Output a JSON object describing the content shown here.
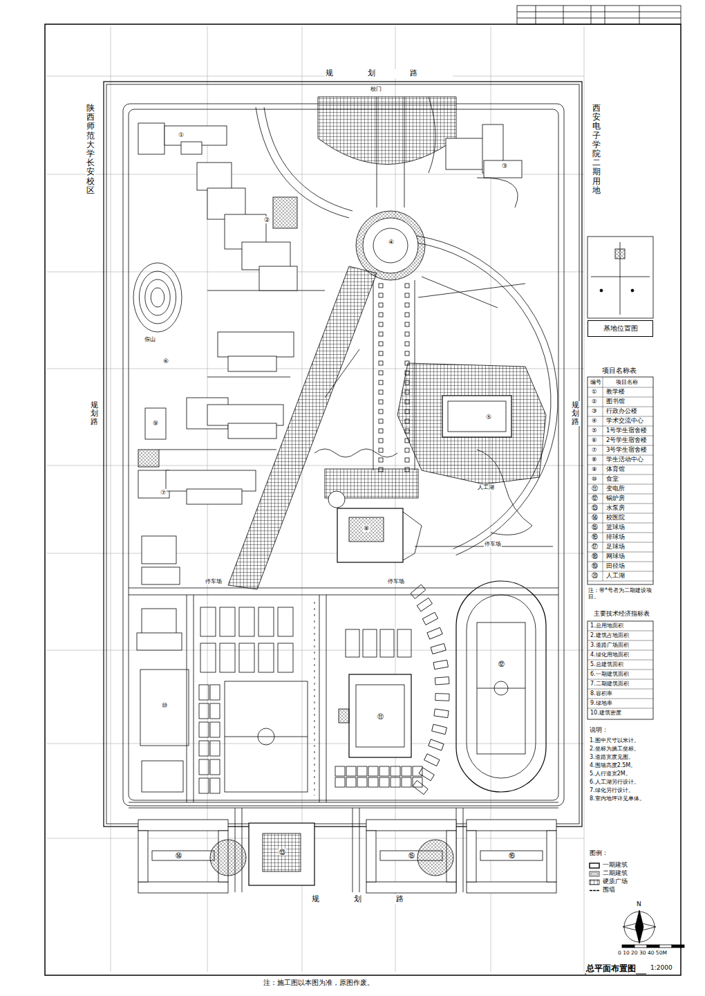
{
  "diagram": {
    "title": "总平面布置图",
    "nodes": [
      {
        "text": [
          "基地位置图"
        ]
      }
    ],
    "labels": [
      "陕西师范大学长安校区",
      "西安电子学院二期用地",
      "规划路",
      "规划路",
      "规划路",
      "规划路",
      "①",
      "②",
      "③",
      "④",
      "⑤",
      "⑥",
      "⑦",
      "⑧",
      "⑨",
      "⑩",
      "⑪",
      "⑫",
      "⑬",
      "⑭",
      "⑮",
      "⑯",
      "停车场",
      "停车场",
      "停车场",
      "人工湖",
      "假山",
      "校门",
      "N",
      "0 10 20 30 40 50M",
      "1:2000",
      "注：施工图以本图为准，原图作废。",
      "项目名称表",
      "编号",
      "项目名称",
      "①",
      "教学楼",
      "②",
      "图书馆",
      "③",
      "行政办公楼",
      "④",
      "学术交流中心",
      "⑤",
      "1号学生宿舍楼",
      "⑥",
      "2号学生宿舍楼",
      "⑦",
      "3号学生宿舍楼",
      "⑧",
      "学生活动中心",
      "⑨",
      "体育馆",
      "⑩",
      "食堂",
      "⑪",
      "变电所",
      "⑫",
      "锅炉房",
      "⑬",
      "水泵房",
      "⑭",
      "校医院",
      "⑮",
      "篮球场",
      "⑯",
      "排球场",
      "⑰",
      "足球场",
      "⑱",
      "网球场",
      "⑲",
      "田径场",
      "⑳",
      "人工湖",
      "注：带*号者为二期建设项目。",
      "主要技术经济指标表",
      "1.总用地面积",
      "2.建筑占地面积",
      "3.道路广场面积",
      "4.绿化用地面积",
      "5.总建筑面积",
      "6.一期建筑面积",
      "7.二期建筑面积",
      "8.容积率",
      "9.绿地率",
      "10.建筑密度",
      "说明：",
      "1.图中尺寸以米计。",
      "2.坐标为施工坐标。",
      "3.道路宽度见图。",
      "4.围墙高度2.5M。",
      "5.人行道宽2M。",
      "6.人工湖另行设计。",
      "7.绿化另行设计。",
      "8.室内地坪详见单体。",
      "图例："
    ],
    "legend": [
      {
        "text": "一期建筑"
      },
      {
        "text": "二期建筑"
      },
      {
        "text": "硬质广场"
      },
      {
        "text": "围墙"
      }
    ]
  }
}
